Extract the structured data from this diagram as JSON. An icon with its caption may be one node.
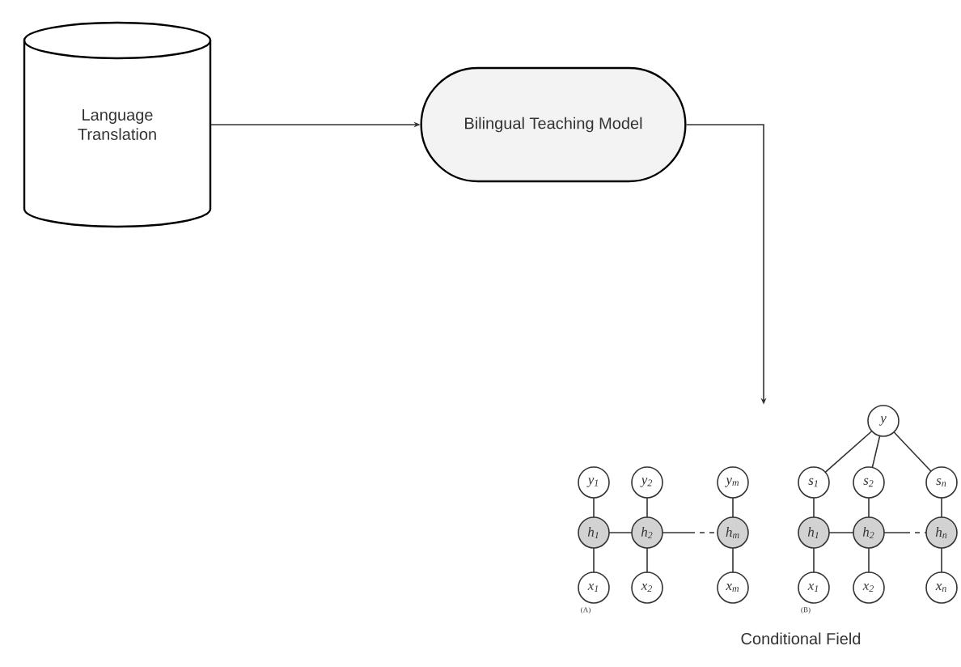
{
  "diagram": {
    "nodes": [
      {
        "text": [
          "Language Translation"
        ]
      },
      {
        "text": [
          "Bilingual Teaching Model"
        ]
      },
      {
        "text": [],
        "shape": "picture",
        "beside": [
          "Conditional Field"
        ]
      }
    ],
    "edges": [
      {
        "from": 0,
        "to": 1,
        "arrow": "to"
      },
      {
        "from": 1,
        "to": 2,
        "arrow": "to"
      }
    ],
    "labels": [
      "y",
      "y$_{1}$",
      "y$_{2}$",
      "y$_{m}$",
      "s$_{1}$",
      "s$_{2}$",
      "s$_{n}$",
      "h$_{1}$",
      "h$_{2}$",
      "h$_{m}$",
      "h$_{1}$",
      "h$_{2}$",
      "h$_{n}$",
      "x$_{1}$",
      "x$_{2}$",
      "x$_{m}$",
      "x$_{1}$",
      "x$_{2}$",
      "x$_{n}$",
      "(A)",
      "(B)"
    ]
  }
}
